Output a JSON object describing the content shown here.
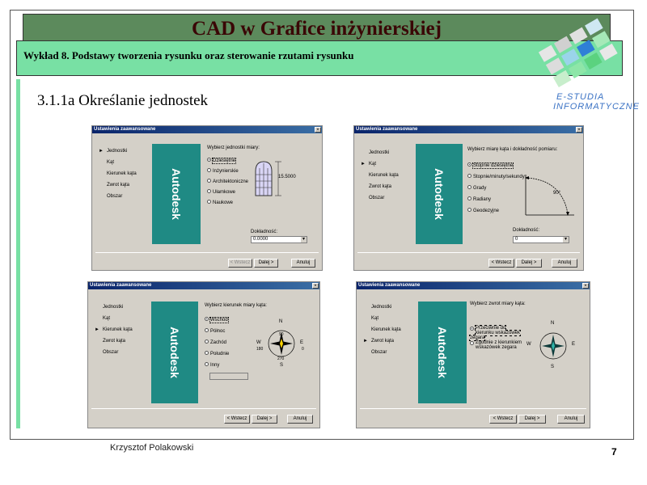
{
  "slide": {
    "title": "CAD w Grafice inżynierskiej",
    "subtitle": "Wykład 8.  Podstawy tworzenia rysunku oraz sterowanie rzutami rysunku",
    "section_title": "3.1.1a Określanie jednostek",
    "author": "Krzysztof Polakowski",
    "page_number": "7",
    "logo_line1": "E-STUDIA",
    "logo_line2": "INFORMATYCZNE"
  },
  "dialogs": [
    {
      "title": "Ustawienia zaawansowane",
      "nav": [
        "Jednostki",
        "Kąt",
        "Kierunek kąta",
        "Zwrot kąta",
        "Obszar"
      ],
      "active": 0,
      "brand": "Autodesk",
      "prompt": "Wybierz jednostki miary:",
      "options": [
        "Dziesiętne",
        "Inżynierskie",
        "Architektoniczne",
        "Ułamkowe",
        "Naukowe"
      ],
      "selected": 0,
      "precision_label": "Dokładność:",
      "precision_value": "0.0000",
      "dimension_label": "15.5000",
      "back": "< Wstecz",
      "next": "Dalej >",
      "cancel": "Anuluj"
    },
    {
      "title": "Ustawienia zaawansowane",
      "nav": [
        "Jednostki",
        "Kąt",
        "Kierunek kąta",
        "Zwrot kąta",
        "Obszar"
      ],
      "active": 1,
      "brand": "Autodesk",
      "prompt": "Wybierz miarę kąta i dokładność pomiaru:",
      "options": [
        "Stopnie dziesiętne",
        "Stopnie/minuty/sekundy",
        "Grady",
        "Radiany",
        "Geodezyjne"
      ],
      "selected": 0,
      "precision_label": "Dokładność:",
      "precision_value": "0",
      "angle_label": "90°",
      "back": "< Wstecz",
      "next": "Dalej >",
      "cancel": "Anuluj"
    },
    {
      "title": "Ustawienia zaawansowane",
      "nav": [
        "Jednostki",
        "Kąt",
        "Kierunek kąta",
        "Zwrot kąta",
        "Obszar"
      ],
      "active": 2,
      "brand": "Autodesk",
      "prompt": "Wybierz kierunek miary kąta:",
      "options": [
        "Wschód",
        "Północ",
        "Zachód",
        "Południe",
        "Inny"
      ],
      "selected": 0,
      "compass": {
        "n": "N",
        "s": "S",
        "e": "E",
        "w": "W",
        "n_deg": "90",
        "w_deg": "180",
        "e_deg": "0",
        "s_deg": "270"
      },
      "back": "< Wstecz",
      "next": "Dalej >",
      "cancel": "Anuluj"
    },
    {
      "title": "Ustawienia zaawansowane",
      "nav": [
        "Jednostki",
        "Kąt",
        "Kierunek kąta",
        "Zwrot kąta",
        "Obszar"
      ],
      "active": 3,
      "brand": "Autodesk",
      "prompt": "Wybierz zwrot miary kąta:",
      "options": [
        "Przeciwnie do kierunku wskazówek zegara",
        "Zgodnie z kierunkiem wskazówek zegara"
      ],
      "selected": 0,
      "compass": {
        "n": "N",
        "s": "S",
        "e": "E",
        "w": "W"
      },
      "back": "< Wstecz",
      "next": "Dalej >",
      "cancel": "Anuluj"
    }
  ],
  "colors": {
    "title_bg": "#5c8a5c",
    "subtitle_bg": "#78e0a4",
    "brand_panel": "#1f8a84",
    "dialog_bg": "#d4d0c8"
  }
}
